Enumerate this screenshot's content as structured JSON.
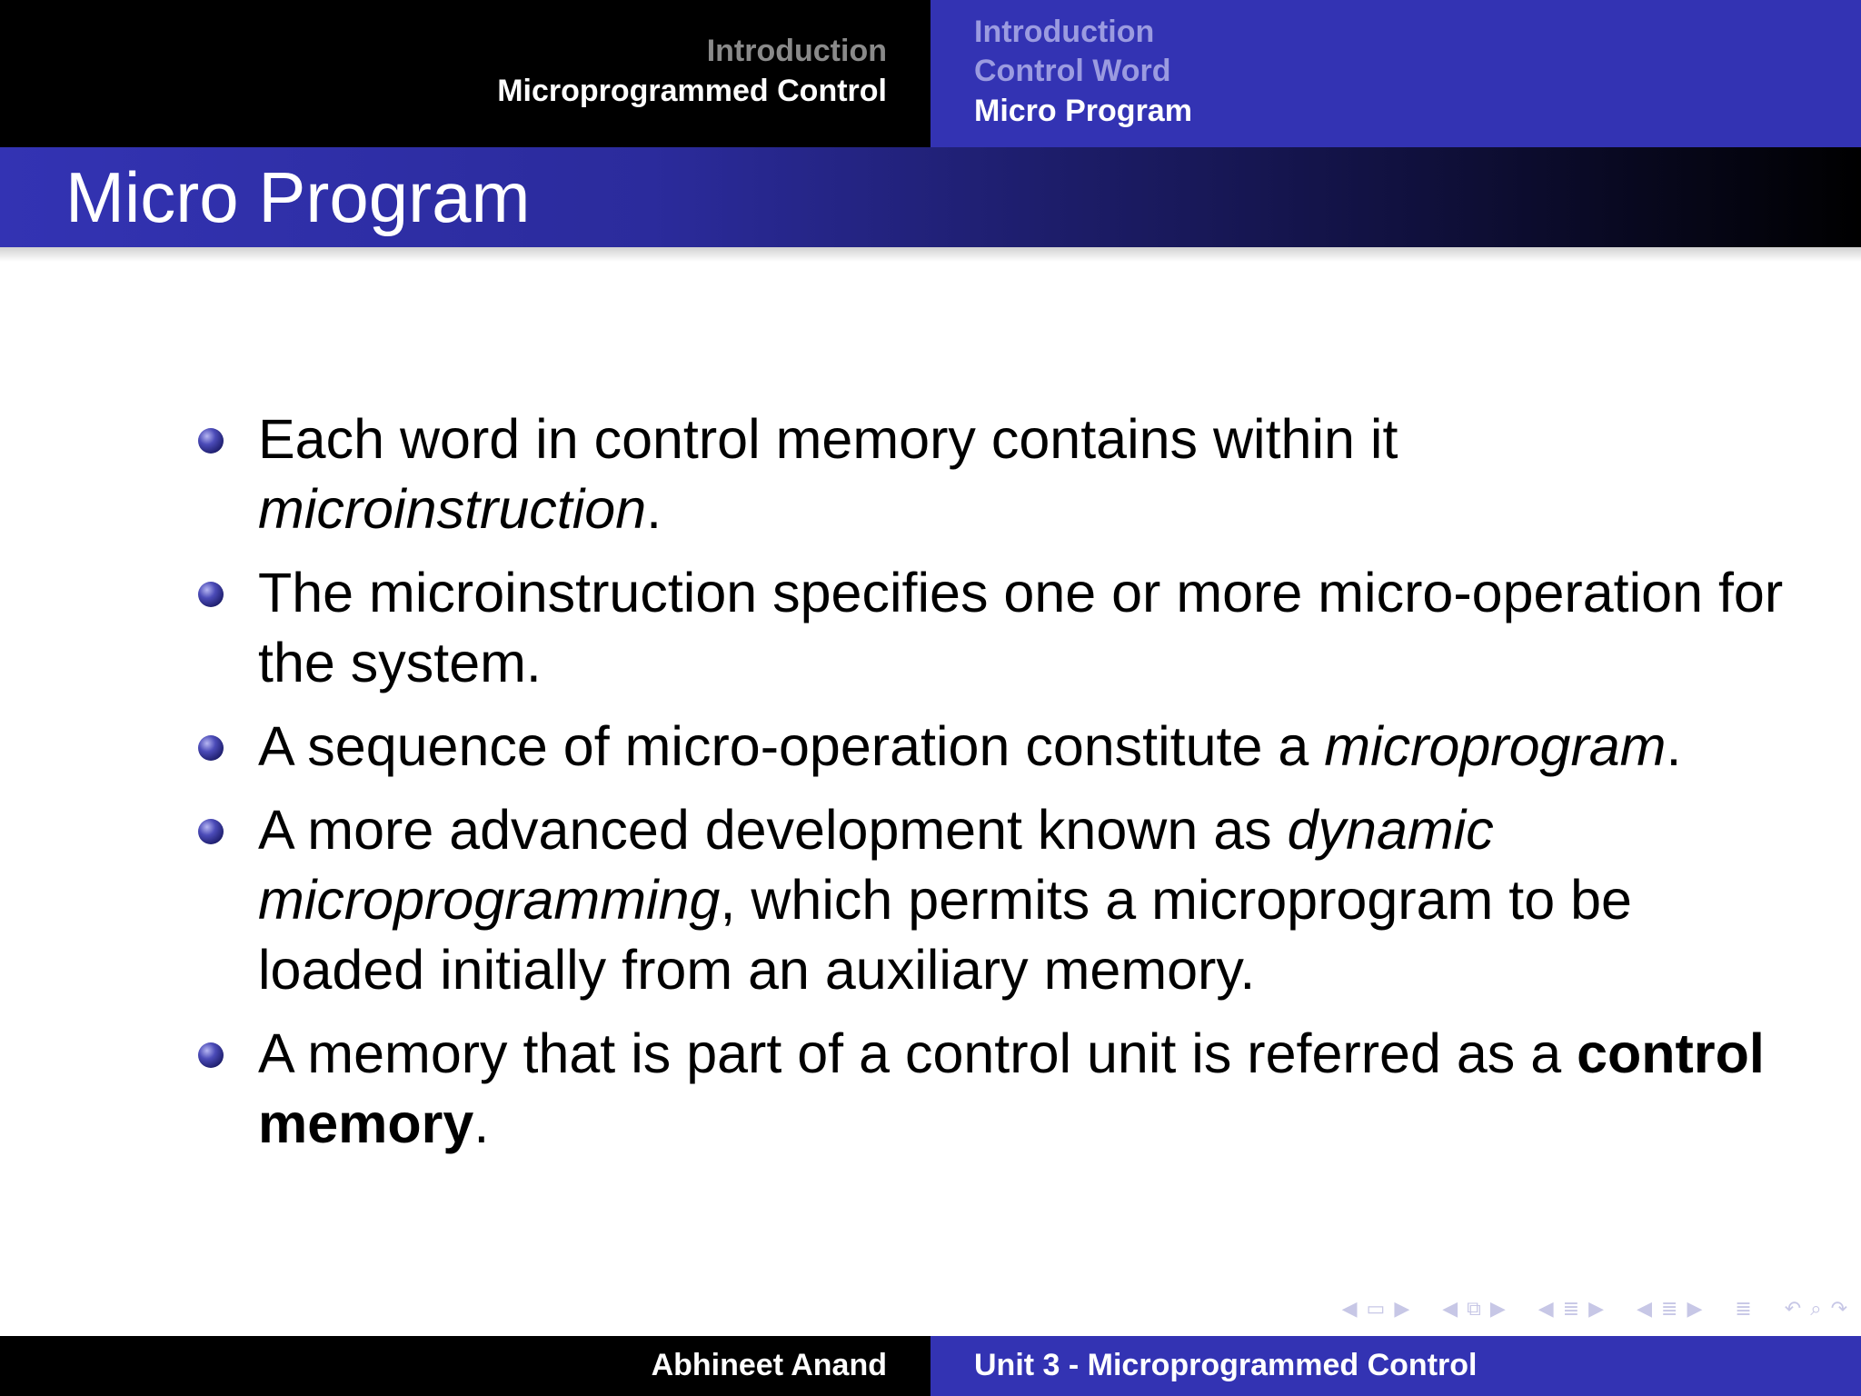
{
  "header": {
    "left": {
      "section_title": "Introduction",
      "current_section": "Microprogrammed Control"
    },
    "right": {
      "subsections": [
        "Introduction",
        "Control Word",
        "Micro Program"
      ],
      "current_subsection_index": 2
    }
  },
  "frame": {
    "title": "Micro Program"
  },
  "bullets": [
    {
      "text_before": "Each word in control memory contains within it ",
      "emphasis": "microinstruction",
      "text_after": "."
    },
    {
      "text": "The microinstruction specifies one or more micro-operation for the system."
    },
    {
      "text_before": "A sequence of micro-operation constitute a ",
      "emphasis": "microprogram",
      "text_after": "."
    },
    {
      "text_before": "A more advanced development known as ",
      "emphasis": "dynamic microprogramming",
      "text_after": ", which permits a microprogram to be loaded initially from an auxiliary memory."
    },
    {
      "text_before": "A memory that is part of a control unit is referred as a ",
      "strong": "control memory",
      "text_after": "."
    }
  ],
  "nav_icons": [
    "prev-slide-icon",
    "slide-icon",
    "next-slide-icon",
    "prev-frame-icon",
    "frame-icon",
    "next-frame-icon",
    "prev-subsection-icon",
    "subsection-icon",
    "next-subsection-icon",
    "prev-section-icon",
    "section-icon",
    "next-section-icon",
    "toc-icon",
    "undo-icon",
    "search-icon",
    "redo-icon"
  ],
  "footer": {
    "author": "Abhineet Anand",
    "title": "Unit 3 - Microprogrammed Control"
  },
  "colors": {
    "beamer_blue": "#3333b3",
    "header_black": "#000000",
    "dim_text_left": "#8a8a8a",
    "dim_text_right": "#9b9be0"
  }
}
